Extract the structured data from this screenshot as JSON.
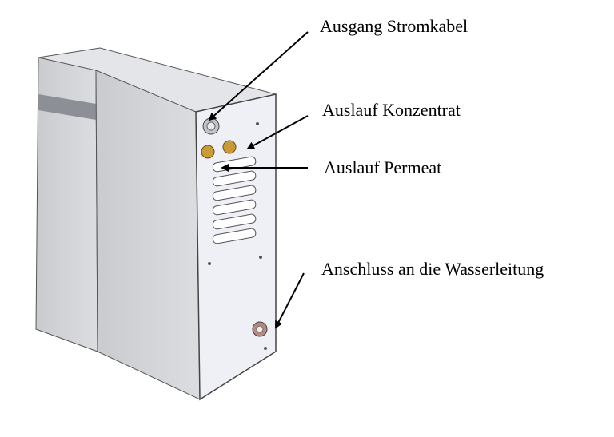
{
  "labels": {
    "power_cable": "Ausgang Stromkabel",
    "concentrate": "Auslauf Konzentrat",
    "permeate": "Auslauf Permeat",
    "water_line": "Anschluss an die Wasserleitung"
  },
  "colors": {
    "front_panel": "#eef0f6",
    "side_panel": "#d2d4d8",
    "top_panel": "#e6e7ea",
    "band": "#8c8f96",
    "brass": "#c89a3a"
  }
}
